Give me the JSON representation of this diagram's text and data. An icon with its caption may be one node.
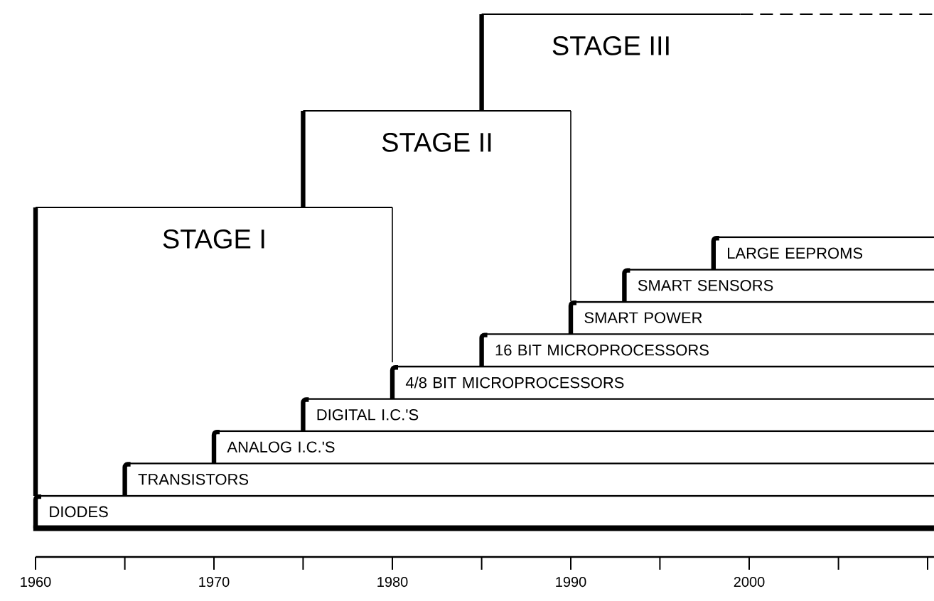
{
  "diagram": {
    "nodes": [
      {
        "text": [
          "STAGE III"
        ]
      },
      {
        "text": [
          "STAGE II"
        ]
      },
      {
        "text": [
          "STAGE I"
        ]
      },
      {
        "text": [
          "LARGE EEPROMS"
        ]
      },
      {
        "text": [
          "SMART SENSORS"
        ]
      },
      {
        "text": [
          "SMART POWER"
        ]
      },
      {
        "text": [
          "16 BIT MICROPROCESSORS"
        ]
      },
      {
        "text": [
          "4/8 BIT MICROPROCESSORS"
        ]
      },
      {
        "text": [
          "DIGITAL I.C.'S"
        ]
      },
      {
        "text": [
          "ANALOG I.C.'S"
        ]
      },
      {
        "text": [
          "TRANSISTORS"
        ]
      },
      {
        "text": [
          "DIODES"
        ]
      }
    ],
    "edges": [],
    "labels": [
      "1960",
      "1970",
      "1980",
      "1990",
      "2000"
    ]
  }
}
